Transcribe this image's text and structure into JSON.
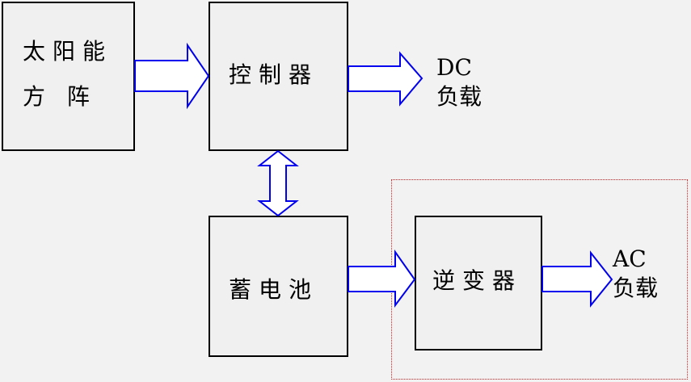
{
  "boxes": {
    "solar_array": {
      "line1": "太阳能",
      "line2": "方 阵"
    },
    "controller": {
      "label": "控制器"
    },
    "battery": {
      "label": "蓄电池"
    },
    "inverter": {
      "label": "逆变器"
    }
  },
  "outputs": {
    "dc": {
      "line1": "DC",
      "line2": "负载"
    },
    "ac": {
      "line1": "AC",
      "line2": "负载"
    }
  },
  "colors": {
    "arrow": "#0000ee",
    "box_border": "#000000",
    "highlight_border": "#e02020",
    "background": "#f2f2f2"
  }
}
